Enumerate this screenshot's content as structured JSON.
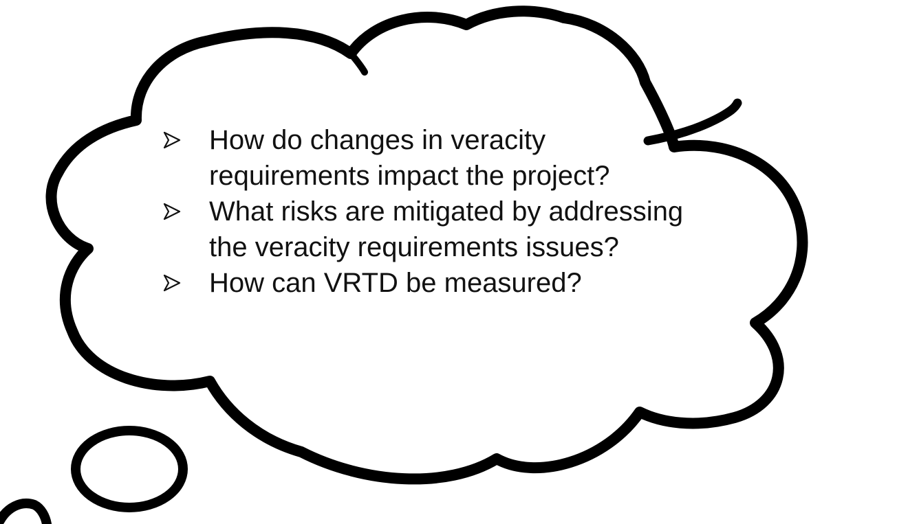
{
  "colors": {
    "stroke": "#000000",
    "text": "#111111",
    "background": "#ffffff"
  },
  "icons": {
    "bullet": "arrowhead-bullet-icon"
  },
  "questions": [
    {
      "lines": [
        "How do changes in veracity",
        "requirements impact the project?"
      ]
    },
    {
      "lines": [
        "What risks are mitigated by addressing",
        "the veracity requirements issues?"
      ]
    },
    {
      "lines": [
        "How can VRTD be measured?"
      ]
    }
  ]
}
